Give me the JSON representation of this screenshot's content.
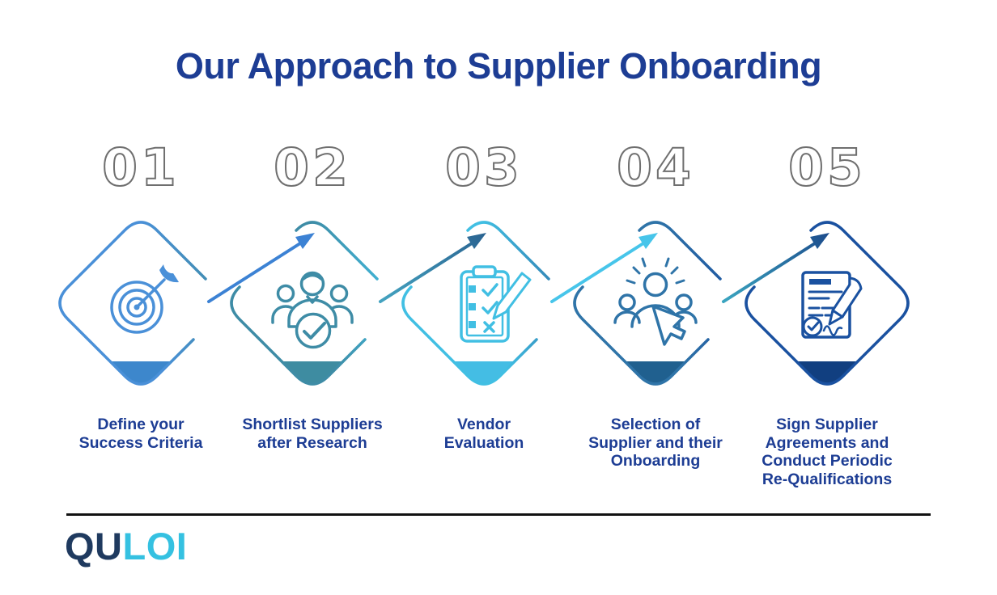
{
  "title": "Our Approach to Supplier Onboarding",
  "steps": [
    {
      "number": "01",
      "label": "Define your\nSuccess Criteria",
      "color": "#4a90d8",
      "corner_fill": "#3d87cc",
      "icon": "target"
    },
    {
      "number": "02",
      "label": "Shortlist Suppliers\nafter Research",
      "color": "#3e8ca6",
      "corner_fill": "#3e8ca1",
      "icon": "team-check"
    },
    {
      "number": "03",
      "label": "Vendor\nEvaluation",
      "color": "#41bfe3",
      "corner_fill": "#44bde4",
      "icon": "clipboard-checklist"
    },
    {
      "number": "04",
      "label": "Selection of\nSupplier and their\nOnboarding",
      "color": "#2f74a8",
      "corner_fill": "#20608f",
      "icon": "people-cursor"
    },
    {
      "number": "05",
      "label": "Sign Supplier\nAgreements and\nConduct Periodic\nRe-Qualifications",
      "color": "#1a51a0",
      "corner_fill": "#113f80",
      "icon": "contract-pen"
    }
  ],
  "arrows": [
    {
      "from": "#3c82d4",
      "to": "#3c82d4"
    },
    {
      "from": "#44a3c0",
      "to": "#2a6391"
    },
    {
      "from": "#47c5ea",
      "to": "#47c5ea"
    },
    {
      "from": "#3aa5c0",
      "to": "#1c4c8c"
    }
  ],
  "colors": {
    "title_text": "#1d3d94",
    "label_text": "#1d3d94",
    "number_outline": "#6f6f6f",
    "divider": "#111111",
    "logo_qu": "#1f3a5f",
    "logo_loi": "#35c1e1",
    "background": "#ffffff"
  },
  "logo": {
    "part1": "QU",
    "part2": "LOI"
  }
}
